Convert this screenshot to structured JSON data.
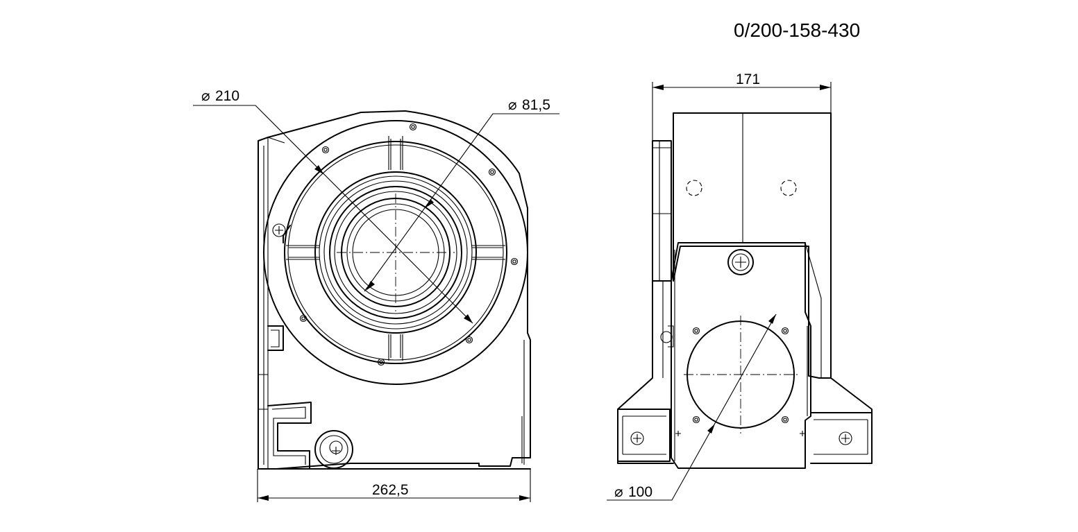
{
  "drawing": {
    "code": "0/200-158-430",
    "dimensions": {
      "housing_diameter": "210",
      "bore_diameter": "81,5",
      "side_width": "171",
      "base_width": "262,5",
      "flange_diameter": "100"
    },
    "diameter_symbol": "⌀"
  },
  "colors": {
    "line": "#000000",
    "background": "#ffffff"
  }
}
